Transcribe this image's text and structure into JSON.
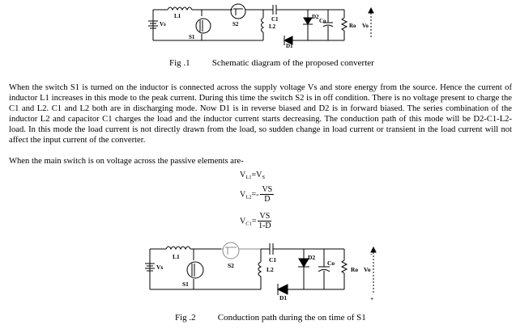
{
  "fig1": {
    "number": "Fig .1",
    "caption": "Schematic diagram of the proposed converter",
    "labels": {
      "l1": "L1",
      "vs": "Vs",
      "s1": "S1",
      "s2": "S2",
      "c1": "C1",
      "l2": "L2",
      "d2": "D2",
      "co": "Co",
      "d1": "D1",
      "ro": "Ro",
      "vo": "Vo"
    }
  },
  "paragraph": "When the switch S1 is turned on the inductor is connected across the supply voltage Vs and store energy from the source. Hence the current of inductor L1 increases in this mode to the peak current. During this time the switch S2 is in off condition. There is no voltage present to charge the C1 and L2. C1 and L2 both are in discharging mode. Now D1 is in reverse biased and D2 is in forward biased. The series combination of the inductor L2 and capacitor C1 charges the load and the inductor current starts decreasing. The conduction path of this mode will be D2-C1-L2-load. In this mode the load current is not directly drawn from the load, so sudden change in load current or transient in the load current will not affect the input current of the converter.",
  "lead_in": "When the main switch is on voltage across the passive elements are-",
  "equations": {
    "eq1": {
      "lhs": "V",
      "lhs_sub": "L1",
      "rel": "=V",
      "rhs_sub": "S"
    },
    "eq2": {
      "lhs": "V",
      "lhs_sub": "L2",
      "rel": "=-",
      "num": "VS",
      "den": "D"
    },
    "eq3": {
      "lhs": "V",
      "lhs_sub": "C1",
      "rel": "=",
      "num": "VS",
      "den": "1-D"
    }
  },
  "fig2": {
    "number": "Fig .2",
    "caption": "Conduction path during the on time of S1",
    "labels": {
      "l1": "L1",
      "vs": "Vs",
      "s1": "S1",
      "s2": "S2",
      "c1": "C1",
      "l2": "L2",
      "d2": "D2",
      "co": "Co",
      "d1": "D1",
      "ro": "Ro",
      "vo": "Vo",
      "plus": "+",
      "minus": "-"
    }
  }
}
